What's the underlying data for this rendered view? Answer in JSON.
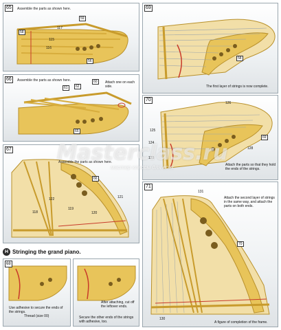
{
  "panels": {
    "p65": {
      "step": "65",
      "instruction": "Assemble the parts as shown here.",
      "parts": {
        "a": "59",
        "b": "117",
        "c": "58",
        "d": "115",
        "e": "116",
        "f": "56"
      }
    },
    "p66": {
      "step": "66",
      "instruction": "Assemble the parts as shown here.",
      "parts": {
        "a": "61",
        "b": "62",
        "c": "60",
        "d": "65"
      },
      "note": "Attach one on each side."
    },
    "p67": {
      "step": "67",
      "instruction": "Assemble the parts as shown here.",
      "parts": {
        "a": "66",
        "b": "122",
        "c": "118",
        "d": "119",
        "e": "120",
        "f": "121"
      }
    },
    "p68": {
      "step": "68",
      "parts": {
        "a": "58"
      },
      "caption": "The first layer of strings is now complete."
    },
    "p70": {
      "step": "70",
      "parts": {
        "a": "126",
        "b": "125",
        "c": "124",
        "d": "123",
        "e": "69",
        "f": "128"
      },
      "caption": "Attach the parts so that they hold the ends of the strings."
    },
    "p71": {
      "step": "71",
      "parts": {
        "a": "131",
        "b": "70",
        "c": "130"
      },
      "caption": "Attach the second layer of strings in the same way, and attach the parts on both ends.",
      "footer": "A figure of completion of the frame."
    },
    "pLeft": {
      "caption1": "Use adhesive to secure the ends of the strings.",
      "caption1b": "Thread (size 00)"
    },
    "pRight": {
      "caption1": "After attaching, cut off the leftover ends.",
      "caption2": "Secure the other ends of the strings with adhesive, too."
    }
  },
  "section": {
    "badge": "H",
    "title": "Stringing the grand piano."
  },
  "watermark": {
    "main": "Masterclass.ru",
    "sub": "мастер классы для всех"
  },
  "colors": {
    "wood": "#e8c45a",
    "woodDark": "#c89b2c",
    "frameTan": "#f2dfa8",
    "redString": "#c83a2a",
    "blueCaption": "#1e3c9e"
  }
}
